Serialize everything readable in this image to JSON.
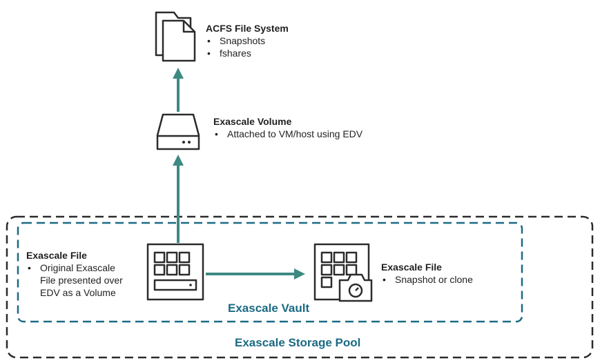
{
  "acfs": {
    "title": "ACFS File System",
    "bullets": [
      "Snapshots",
      "fshares"
    ],
    "icon": "documents-icon"
  },
  "volume": {
    "title": "Exascale Volume",
    "bullets": [
      "Attached to VM/host using EDV"
    ],
    "icon": "disk-drive-icon"
  },
  "original_file": {
    "title": "Exascale File",
    "bullets": [
      "Original Exascale File presented over EDV as a Volume"
    ],
    "icon": "storage-grid-icon"
  },
  "snapshot_file": {
    "title": "Exascale File",
    "bullets": [
      "Snapshot or clone"
    ],
    "icon": "storage-camera-icon"
  },
  "vault": {
    "label": "Exascale Vault"
  },
  "pool": {
    "label": "Exascale Storage Pool"
  },
  "colors": {
    "arrow": "#3d8a82",
    "vault_border": "#1a6a84",
    "pool_border": "#2b2b2b",
    "label": "#1a6a84",
    "icon_stroke": "#2b2b2b"
  }
}
